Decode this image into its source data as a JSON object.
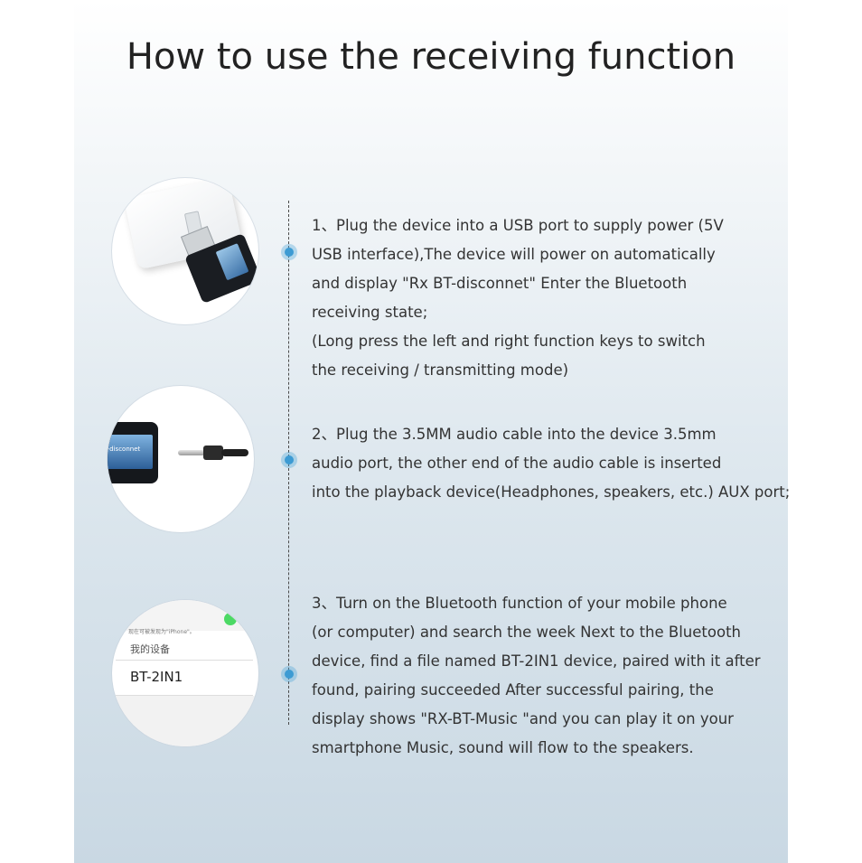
{
  "title": "How to use the receiving function",
  "steps": [
    {
      "lines": [
        "1、Plug the device into a USB port to supply power (5V",
        "USB interface),The device will power on automatically",
        "and display \"Rx BT-disconnet\" Enter the Bluetooth",
        "receiving state;",
        "(Long press the left and right function keys to switch",
        "the receiving / transmitting mode)"
      ]
    },
    {
      "lines": [
        "2、Plug the 3.5MM audio cable into the device 3.5mm",
        "audio port, the other end of the audio cable is inserted",
        "into the playback device(Headphones, speakers, etc.) AUX port;"
      ]
    },
    {
      "lines": [
        "3、Turn on the Bluetooth function of your mobile phone",
        "(or computer) and search the week Next to the Bluetooth",
        "device, find a file named BT-2IN1 device, paired with it after",
        "found, pairing succeeded After successful pairing, the",
        "display shows \"RX-BT-Music \"and you can play it on your",
        "smartphone Music, sound will flow to the speakers."
      ]
    }
  ],
  "images": {
    "device_screen_text": "T-disconnet",
    "phone_note": "现在可被发现为\"iPhone\"。",
    "phone_section": "我的设备",
    "phone_device": "BT-2IN1"
  },
  "colors": {
    "accent": "#3d9bd3",
    "title": "#222222",
    "text": "#333333"
  }
}
